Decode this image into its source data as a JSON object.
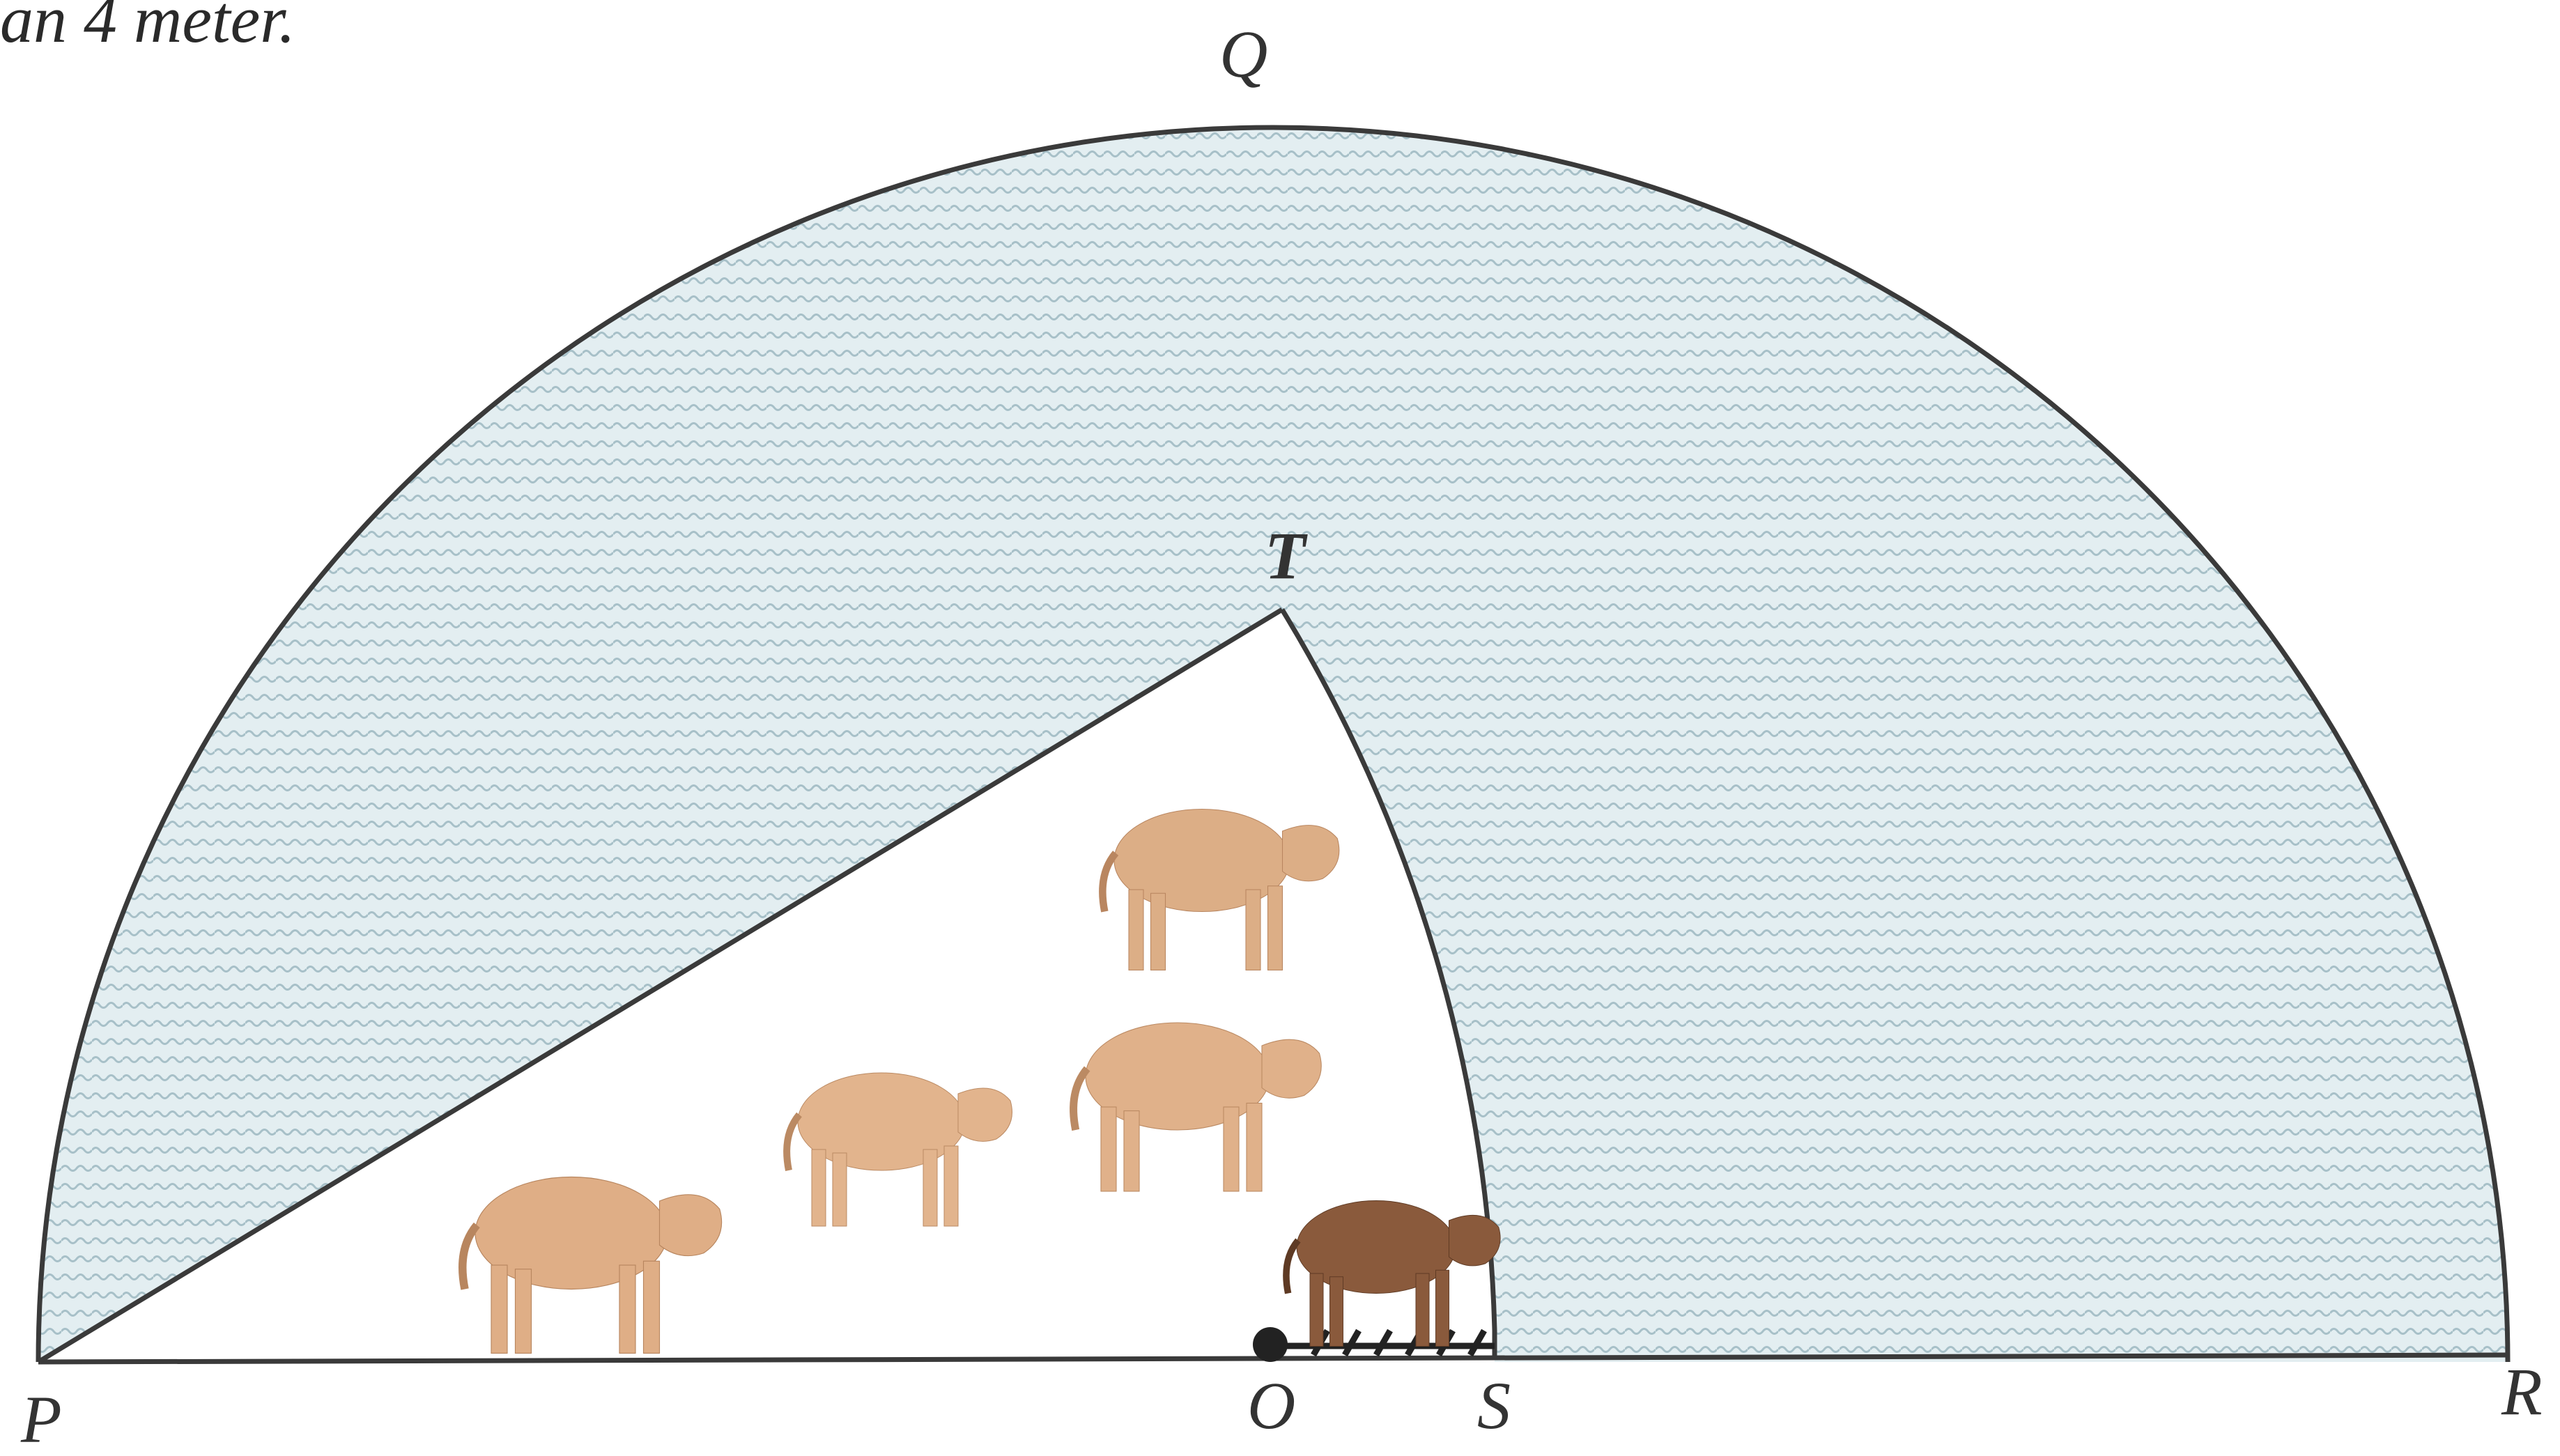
{
  "caption_fragment": "an 4 meter.",
  "labels": {
    "P": "P",
    "Q": "Q",
    "R": "R",
    "O": "O",
    "S": "S",
    "T": "T"
  },
  "icons": {
    "cow": "cow-icon"
  },
  "colors": {
    "shaded_fill": "#d7e6ea",
    "wave": "#9fb9c2",
    "outline": "#3a3a3a",
    "cow_light": "#d9a57a",
    "cow_dark": "#7a4a30"
  }
}
